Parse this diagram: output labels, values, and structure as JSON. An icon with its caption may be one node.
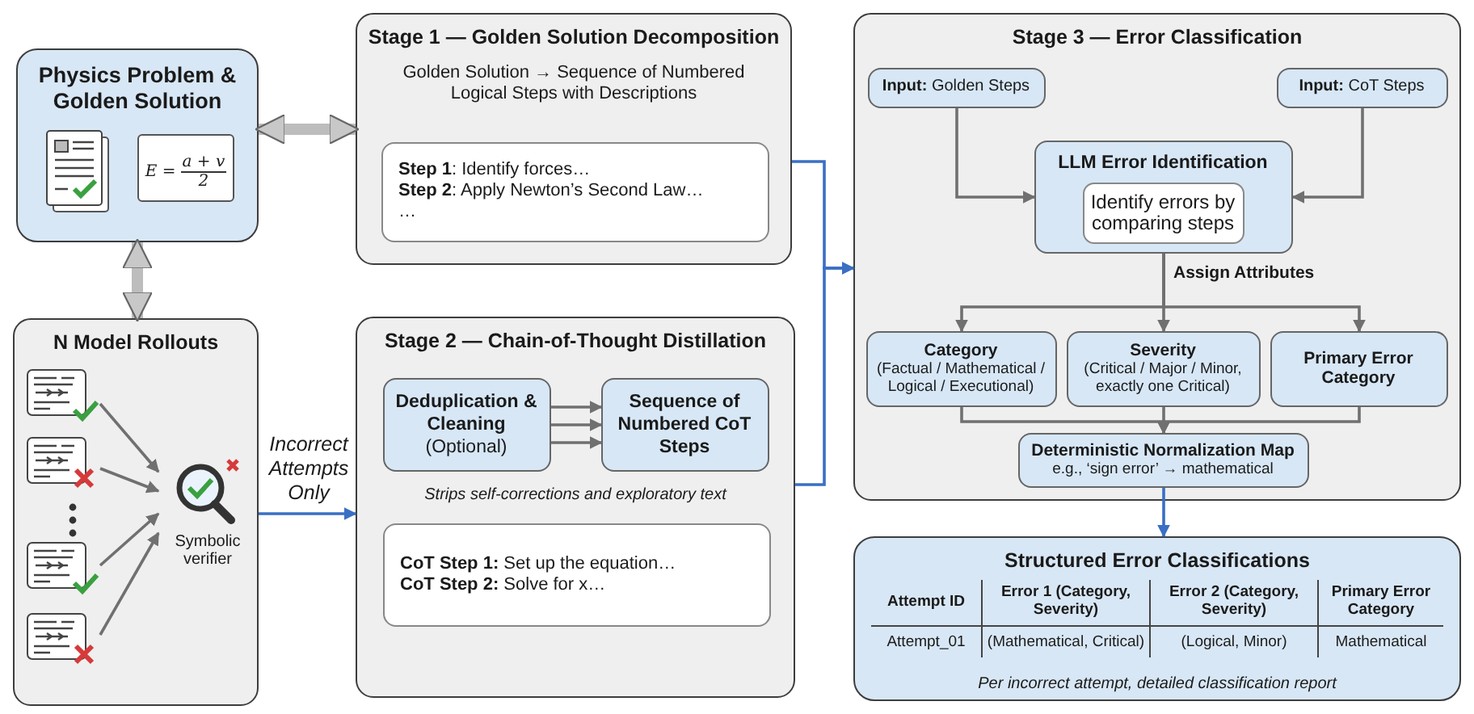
{
  "diagram": {
    "nodes": [
      {
        "text": [
          "Physics Problem & Golden Solution"
        ]
      },
      {
        "text": [
          "Stage 1 — Golden Solution Decomposition",
          "Golden Solution → Sequence of Numbered Logical Steps with Descriptions"
        ]
      },
      {
        "text": [
          "**Step 1**: Identify forces…",
          "**Step 2**: Apply Newton’s Second Law…",
          "…"
        ],
        "in": 1
      },
      {
        "text": [
          "N Model Rollouts"
        ]
      },
      {
        "text": [],
        "shape": "document",
        "in": 3
      },
      {
        "text": [],
        "shape": "document",
        "in": 3
      },
      {
        "text": [],
        "shape": "document",
        "in": 3
      },
      {
        "text": [],
        "shape": "document",
        "in": 3
      },
      {
        "text": [
          "Symbolic verifier"
        ],
        "in": 3
      },
      {
        "text": [
          "Stage 2 — Chain-of-Thought Distillation",
          "Strips self-corrections and exploratory text"
        ]
      },
      {
        "text": [
          "**Deduplication & Cleaning** (Optional)"
        ],
        "in": 9
      },
      {
        "text": [
          "Sequence of Numbered CoT Steps"
        ],
        "in": 9
      },
      {
        "text": [
          "**CoT Step 1:** Set up the equation…",
          "**CoT Step 2:** Solve for x…"
        ],
        "in": 9
      },
      {
        "text": [
          "Stage 3 — Error Classification"
        ]
      },
      {
        "text": [
          "**Input:** Golden Steps"
        ],
        "in": 13
      },
      {
        "text": [
          "**Input:** CoT Steps"
        ],
        "in": 13
      },
      {
        "text": [
          "LLM Error Identification"
        ],
        "in": 13
      },
      {
        "text": [
          "Identify errors by comparing steps"
        ],
        "in": 16
      },
      {
        "text": [
          "Category",
          "(Factual / Mathematical / Logical / Executional)"
        ],
        "in": 13
      },
      {
        "text": [
          "Severity",
          "(Critical / Major / Minor, exactly one Critical)"
        ],
        "in": 13
      },
      {
        "text": [
          "Primary Error Category"
        ],
        "in": 13
      },
      {
        "text": [
          "Deterministic Normalization Map",
          "e.g., ‘sign error’ → mathematical"
        ],
        "in": 13
      },
      {
        "text": [
          "Structured Error Classifications",
          "Per incorrect attempt, detailed classification report"
        ]
      }
    ],
    "edges": [
      {
        "from": 0,
        "to": 1,
        "arrow": "both",
        "style": "thick"
      },
      {
        "from": 0,
        "to": 3,
        "arrow": "both",
        "style": "thick"
      },
      {
        "from": 4,
        "to": 8,
        "arrow": "to"
      },
      {
        "from": 5,
        "to": 8,
        "arrow": "to"
      },
      {
        "from": 6,
        "to": 8,
        "arrow": "to"
      },
      {
        "from": 7,
        "to": 8,
        "arrow": "to"
      },
      {
        "from": 3,
        "to": 9,
        "arrow": "to",
        "label": "Incorrect Attempts Only",
        "color": "#3a6fc4"
      },
      {
        "from": 10,
        "to": 11,
        "arrow": "to"
      },
      {
        "from": 10,
        "to": 11,
        "arrow": "to"
      },
      {
        "from": 10,
        "to": 11,
        "arrow": "to"
      },
      {
        "from": 1,
        "to": 13,
        "arrow": "to",
        "color": "#3a6fc4"
      },
      {
        "from": 9,
        "to": 13,
        "arrow": "to",
        "color": "#3a6fc4"
      },
      {
        "from": 14,
        "to": 16,
        "arrow": "to"
      },
      {
        "from": 15,
        "to": 16,
        "arrow": "to"
      },
      {
        "from": 16,
        "to": 18,
        "arrow": "to"
      },
      {
        "from": 16,
        "to": 19,
        "arrow": "to",
        "label": "Assign Attributes"
      },
      {
        "from": 16,
        "to": 20,
        "arrow": "to"
      },
      {
        "from": 18,
        "to": 21,
        "arrow": "to"
      },
      {
        "from": 19,
        "to": 21,
        "arrow": "to"
      },
      {
        "from": 20,
        "to": 21,
        "arrow": "to"
      },
      {
        "from": 21,
        "to": 22,
        "arrow": "to",
        "color": "#3a6fc4"
      }
    ],
    "labels": [
      "E =",
      "a + v",
      "2",
      "Attempt ID",
      "Error 1 (Category, Severity)",
      "Error 2 (Category, Severity)",
      "Primary Error Category",
      "Attempt_01",
      "(Mathematical, Critical)",
      "(Logical, Minor)",
      "Mathematical"
    ]
  }
}
